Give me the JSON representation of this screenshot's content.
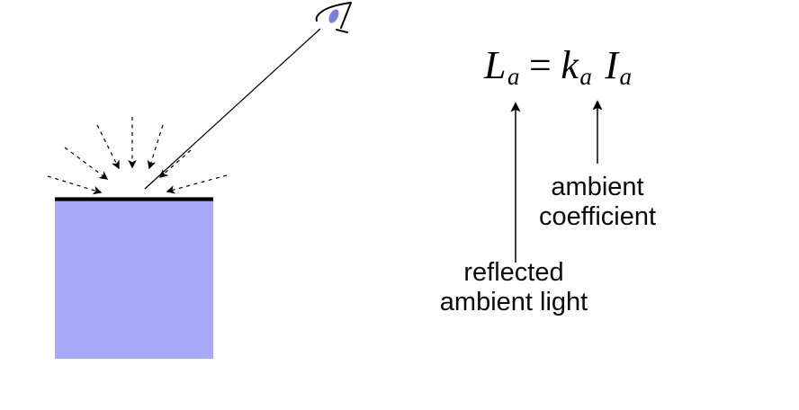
{
  "formula": {
    "result_symbol": "L",
    "result_subscript": "a",
    "equals": "=",
    "coefficient_symbol": "k",
    "coefficient_subscript": "a",
    "intensity_symbol": "I",
    "intensity_subscript": "a"
  },
  "annotations": {
    "reflected_ambient": {
      "line1": "reflected",
      "line2": "ambient light"
    },
    "ambient_coefficient": {
      "line1": "ambient",
      "line2": "coefficient"
    }
  },
  "diagram": {
    "icons": {
      "eye": "eye"
    },
    "colors": {
      "surface_fill": "#a9a9fb",
      "eye_iris": "#7b7de0",
      "ink": "#000000"
    }
  }
}
